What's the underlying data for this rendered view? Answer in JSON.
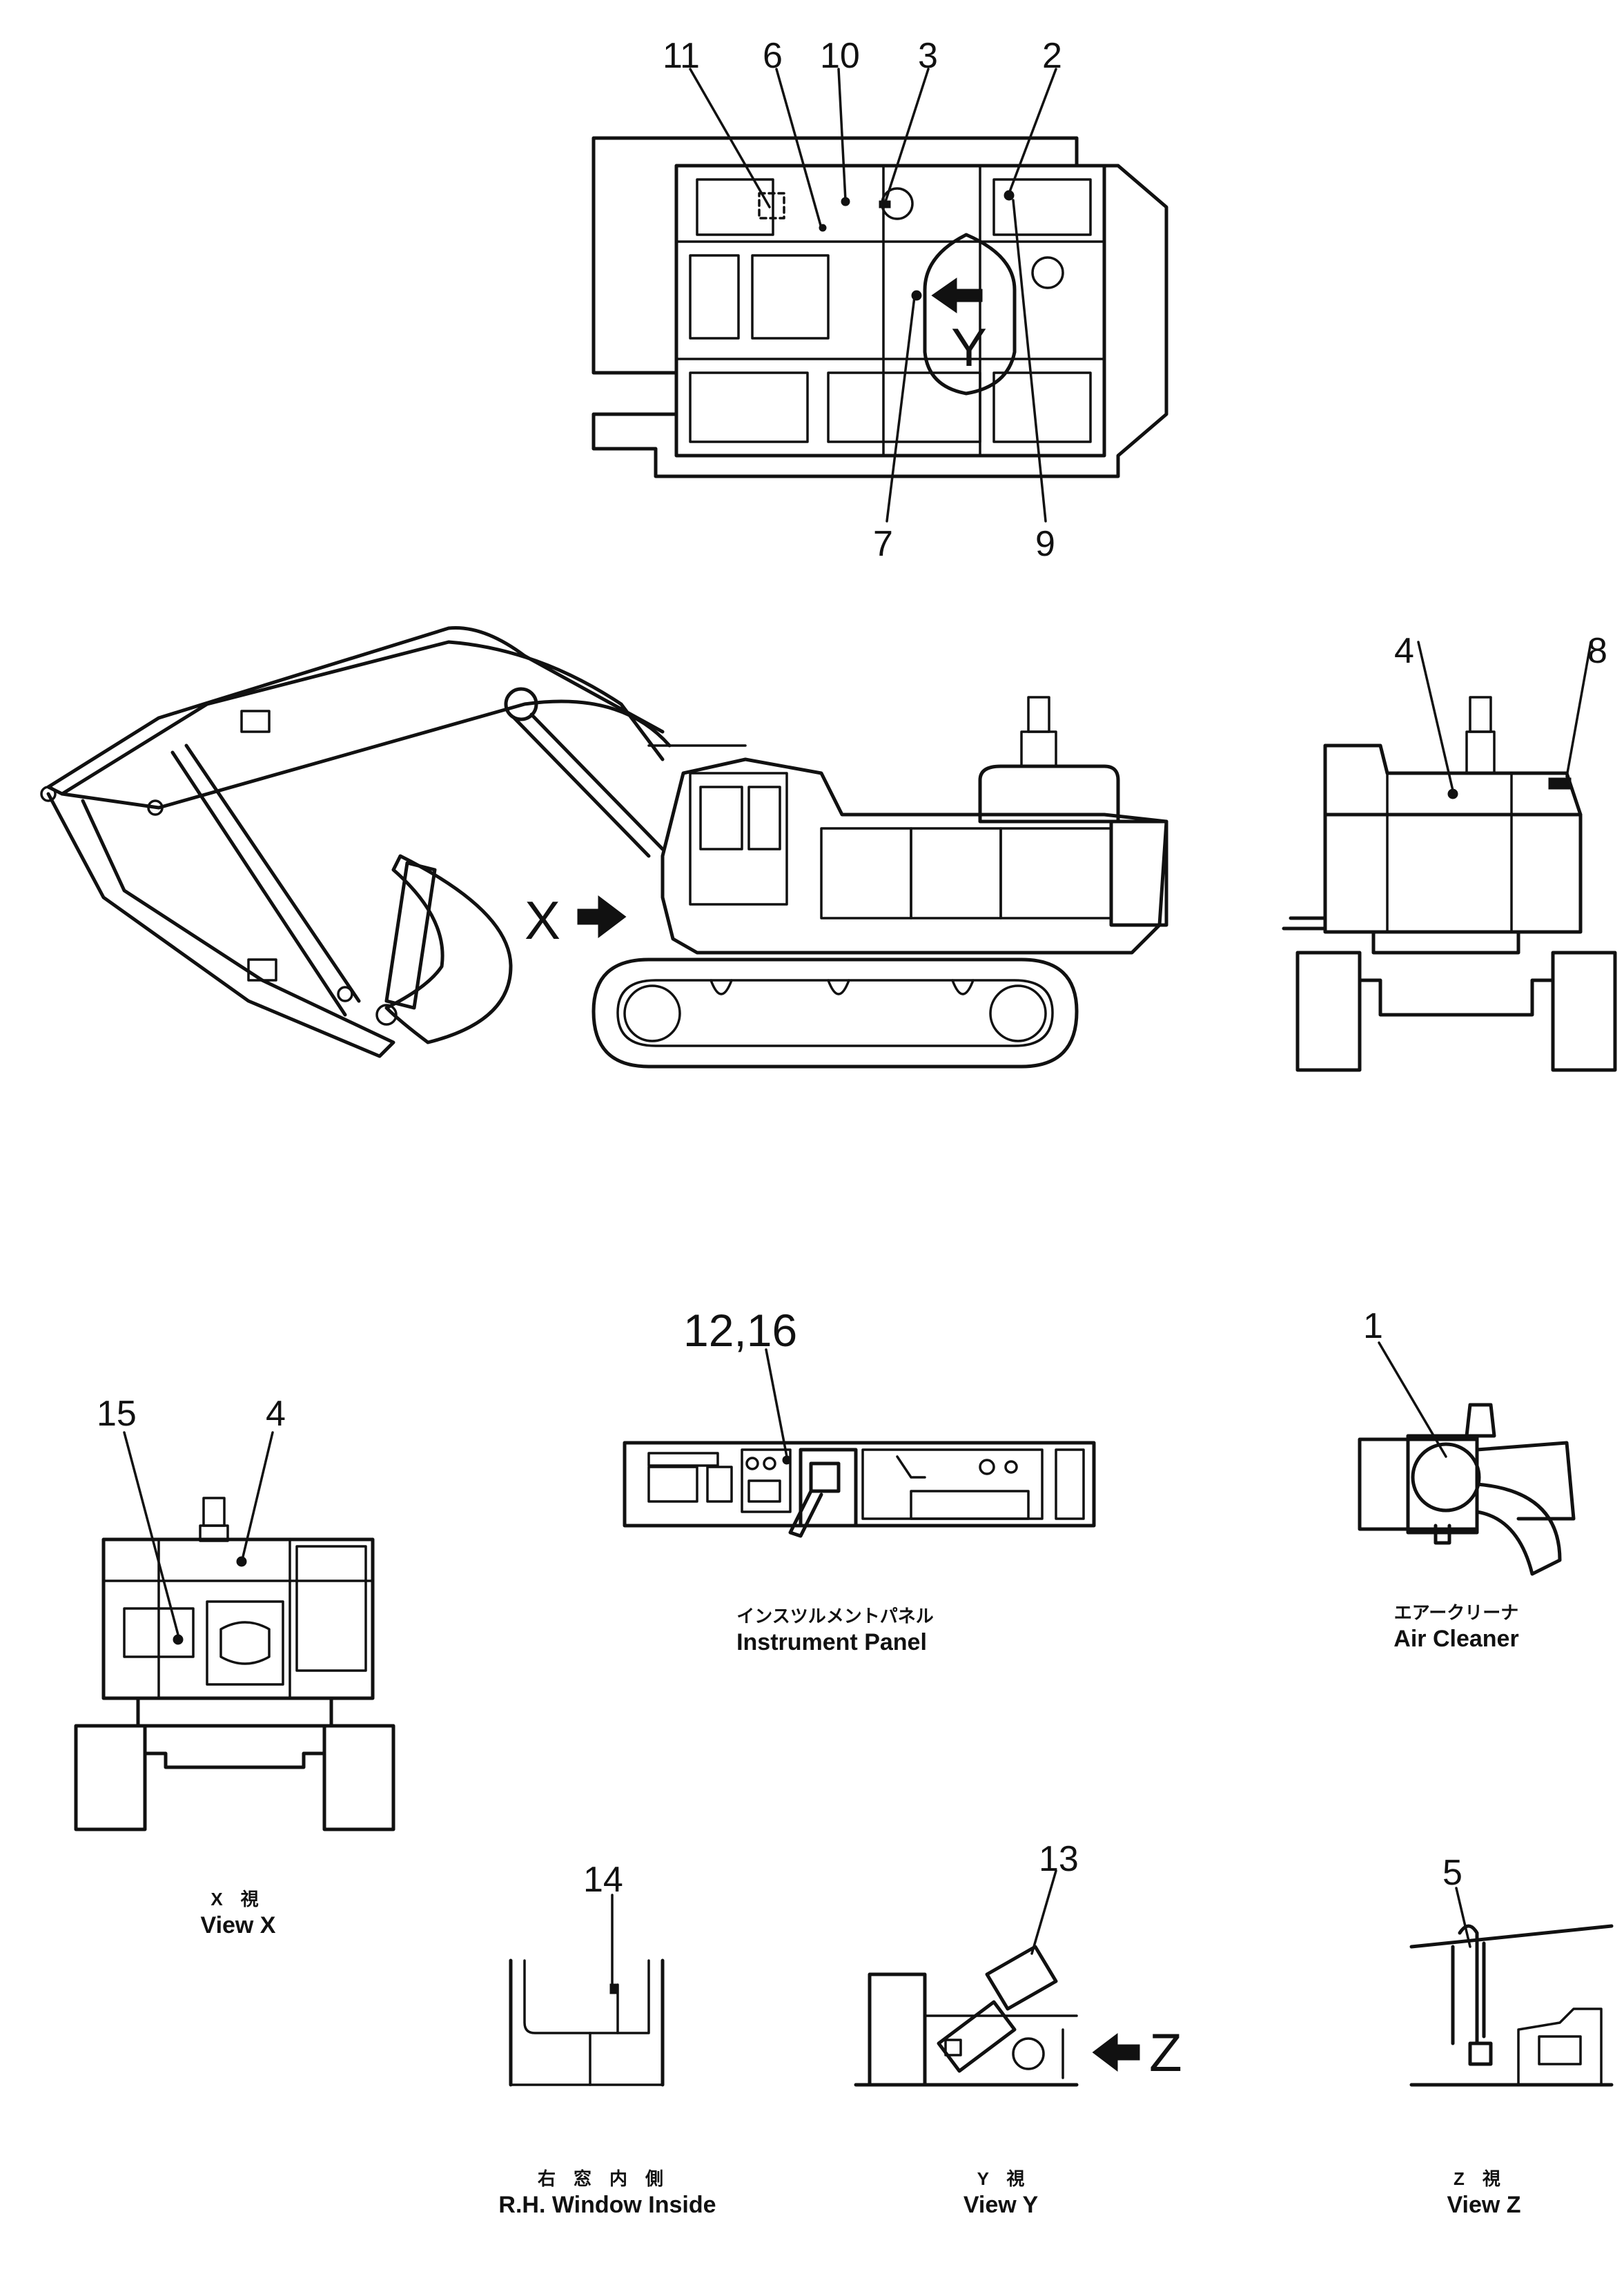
{
  "callouts": {
    "c1": "1",
    "c2": "2",
    "c3": "3",
    "c4a": "4",
    "c4b": "4",
    "c5": "5",
    "c6": "6",
    "c7": "7",
    "c8": "8",
    "c9": "9",
    "c10": "10",
    "c11": "11",
    "c12_16": "12,16",
    "c13": "13",
    "c14": "14",
    "c15": "15"
  },
  "arrow_labels": {
    "x": "X",
    "y": "Y",
    "z": "Z"
  },
  "captions": {
    "instrument_panel_jp": "インスツルメントパネル",
    "instrument_panel_en": "Instrument  Panel",
    "air_cleaner_jp": "エアークリーナ",
    "air_cleaner_en": "Air  Cleaner",
    "view_x_jp": "X　視",
    "view_x_en": "View  X",
    "rh_window_jp": "右　窓　内　側",
    "rh_window_en": "R.H.  Window  Inside",
    "view_y_jp": "Y　視",
    "view_y_en": "View  Y",
    "view_z_jp": "Z　視",
    "view_z_en": "View  Z"
  }
}
